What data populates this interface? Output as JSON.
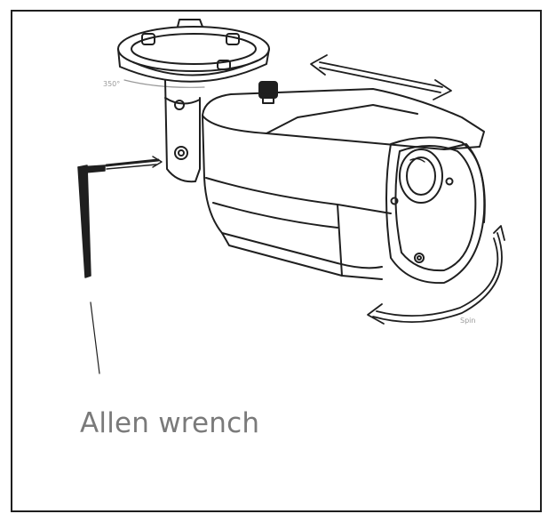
{
  "diagram": {
    "caption": "Allen wrench",
    "label_topleft": "350°",
    "label_spin": "Spin"
  },
  "colors": {
    "line": "#1f1f1f",
    "caption": "#7a7a7a",
    "frame": "#1f1f1f"
  },
  "icons": [
    "allen-wrench",
    "bullet-camera",
    "mount-base",
    "slide-arrow",
    "rotation-arrow"
  ]
}
